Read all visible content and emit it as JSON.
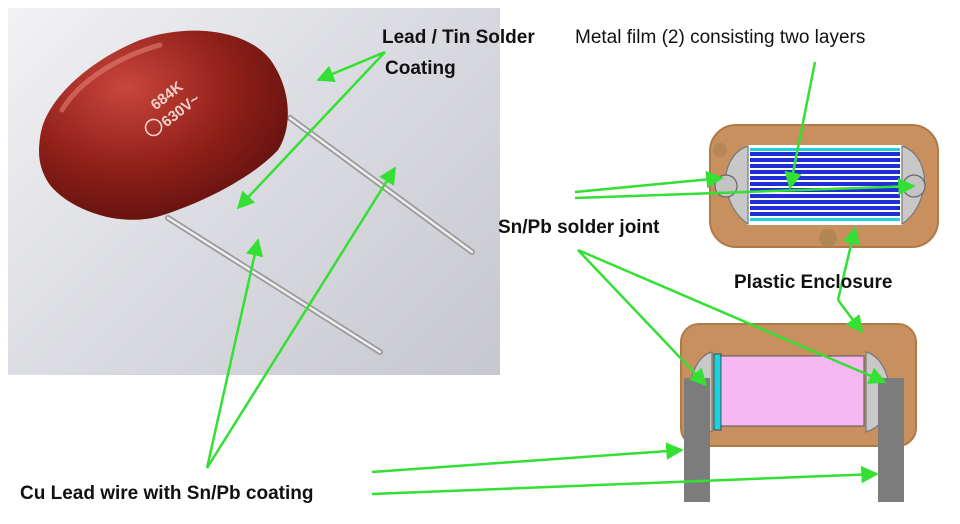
{
  "labels": {
    "lead_tin_line1": "Lead  / Tin Solder",
    "lead_tin_line2": "Coating",
    "metal_film": "Metal  film (2) consisting  two layers",
    "solder_joint": "Sn/Pb solder joint",
    "plastic_enclosure": "Plastic  Enclosure",
    "cu_lead": "Cu Lead wire with Sn/Pb coating"
  },
  "capacitor_marking": {
    "line1": "684K",
    "line2": "630V~"
  },
  "colors": {
    "arrow": "#33e033",
    "capacitor_body": "#8e1f19",
    "enclosure": "#c8905e",
    "film_blue": "#1f2fd8",
    "film_cyan": "#20d0e0",
    "pink_core": "#f7b7f2",
    "end_cap": "#c8c8c8",
    "lead_grey": "#7c7c7c"
  }
}
